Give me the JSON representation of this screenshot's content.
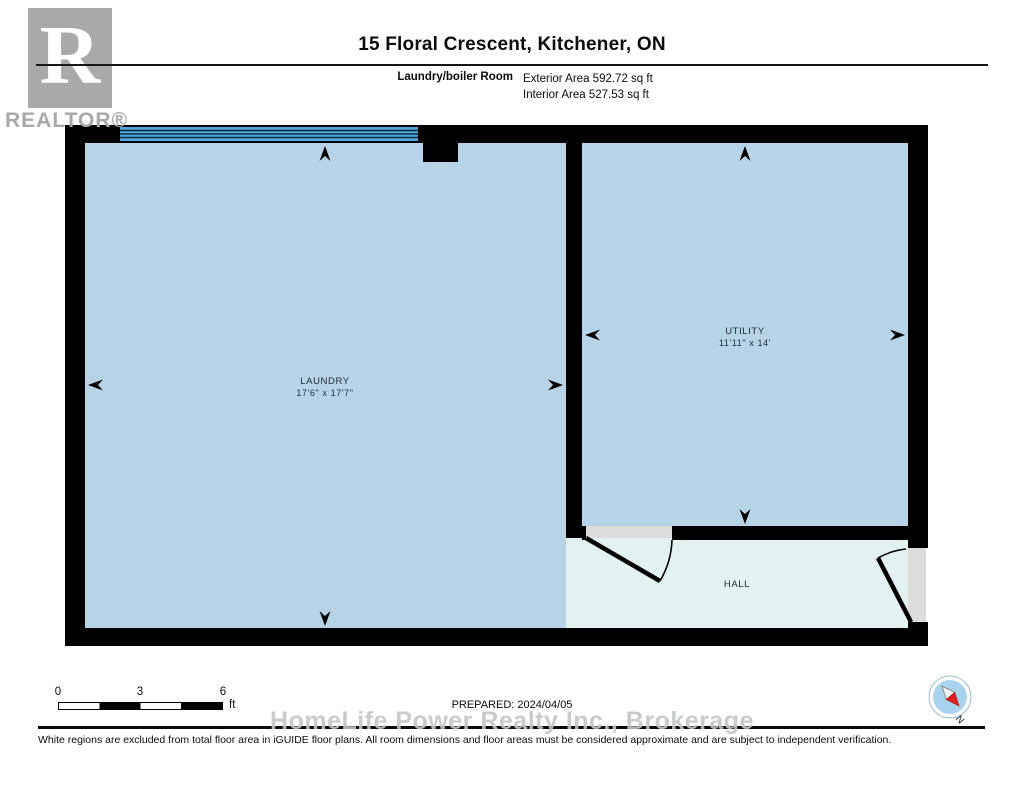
{
  "header": {
    "title": "15 Floral Crescent, Kitchener, ON",
    "room_label": "Laundry/boiler Room",
    "exterior_area": "Exterior Area 592.72 sq ft",
    "interior_area": "Interior Area 527.53 sq ft"
  },
  "realtor_logo": {
    "letter": "R",
    "text": "REALTOR®"
  },
  "floorplan": {
    "rooms": [
      {
        "name": "LAUNDRY",
        "dimensions": "17'6\" x 17'7\""
      },
      {
        "name": "UTILITY",
        "dimensions": "11'11\" x 14'"
      },
      {
        "name": "HALL",
        "dimensions": ""
      }
    ],
    "colors": {
      "room_fill": "#b7d3e8",
      "hall_fill": "#e2f1f1",
      "wall": "#000000",
      "window_glass": "#4fa7de",
      "door_jamb": "#dcdcdc",
      "label_text": "#1c2b3a"
    }
  },
  "footer": {
    "scale": {
      "ticks": [
        "0",
        "3",
        "6"
      ],
      "unit": "ft"
    },
    "prepared": "PREPARED: 2024/04/05",
    "watermark": "HomeLife Power Realty Inc., Brokerage",
    "disclaimer": "White regions are excluded from total floor area in iGUIDE floor plans. All room dimensions and floor areas must be considered approximate and are subject to independent verification."
  },
  "compass": {
    "north_label": "N"
  }
}
